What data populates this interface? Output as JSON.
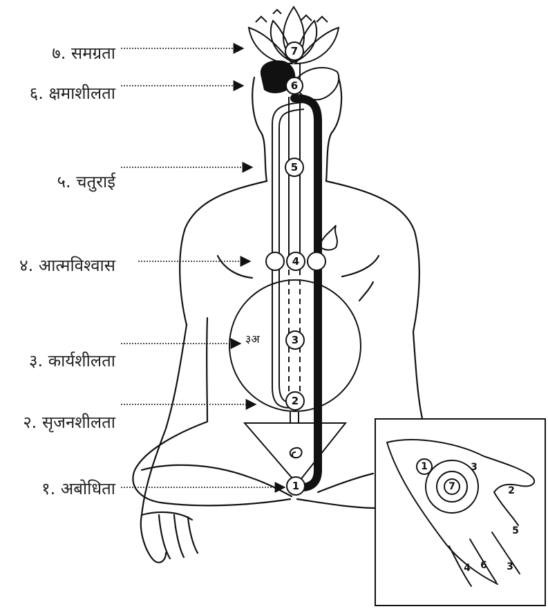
{
  "labels": [
    {
      "num": "७",
      "text": "७. समग्रता"
    },
    {
      "num": "६",
      "text": "६. क्षमाशीलता"
    },
    {
      "num": "५",
      "text": "५. चतुराई"
    },
    {
      "num": "४",
      "text": "४. आत्मविश्वास"
    },
    {
      "num": "३",
      "text": "३. कार्यशीलता"
    },
    {
      "num": "२",
      "text": "२. सृजनशीलता"
    },
    {
      "num": "१",
      "text": "१. अबोधिता"
    }
  ],
  "diagram": {
    "chakra_marks": [
      "7",
      "6",
      "5",
      "4",
      "3",
      "2",
      "1"
    ],
    "void_mark": "३अ",
    "hand_marks": [
      "1",
      "7",
      "3",
      "2",
      "5",
      "6",
      "3",
      "4"
    ]
  },
  "colors": {
    "ink": "#111111",
    "label": "#222222",
    "background": "#ffffff"
  }
}
